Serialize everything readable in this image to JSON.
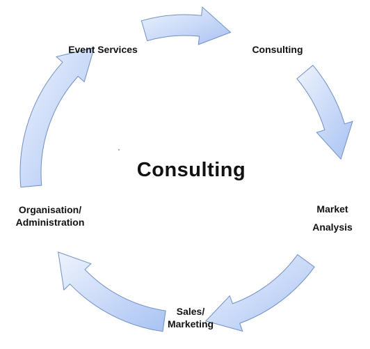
{
  "diagram": {
    "center_title": "Consulting",
    "steps": [
      {
        "id": "event-services",
        "lines": [
          "Event Services"
        ]
      },
      {
        "id": "consulting",
        "lines": [
          "Consulting"
        ]
      },
      {
        "id": "market-analysis",
        "lines": [
          "Market",
          "Analysis"
        ]
      },
      {
        "id": "sales-marketing",
        "lines": [
          "Sales/",
          "Marketing"
        ]
      },
      {
        "id": "organisation-administration",
        "lines": [
          "Organisation/",
          "Administration"
        ]
      }
    ],
    "arrow_style": {
      "fill_light": "#eef3fd",
      "fill_dark": "#a9c3f3",
      "stroke": "#6f8fc4"
    }
  }
}
